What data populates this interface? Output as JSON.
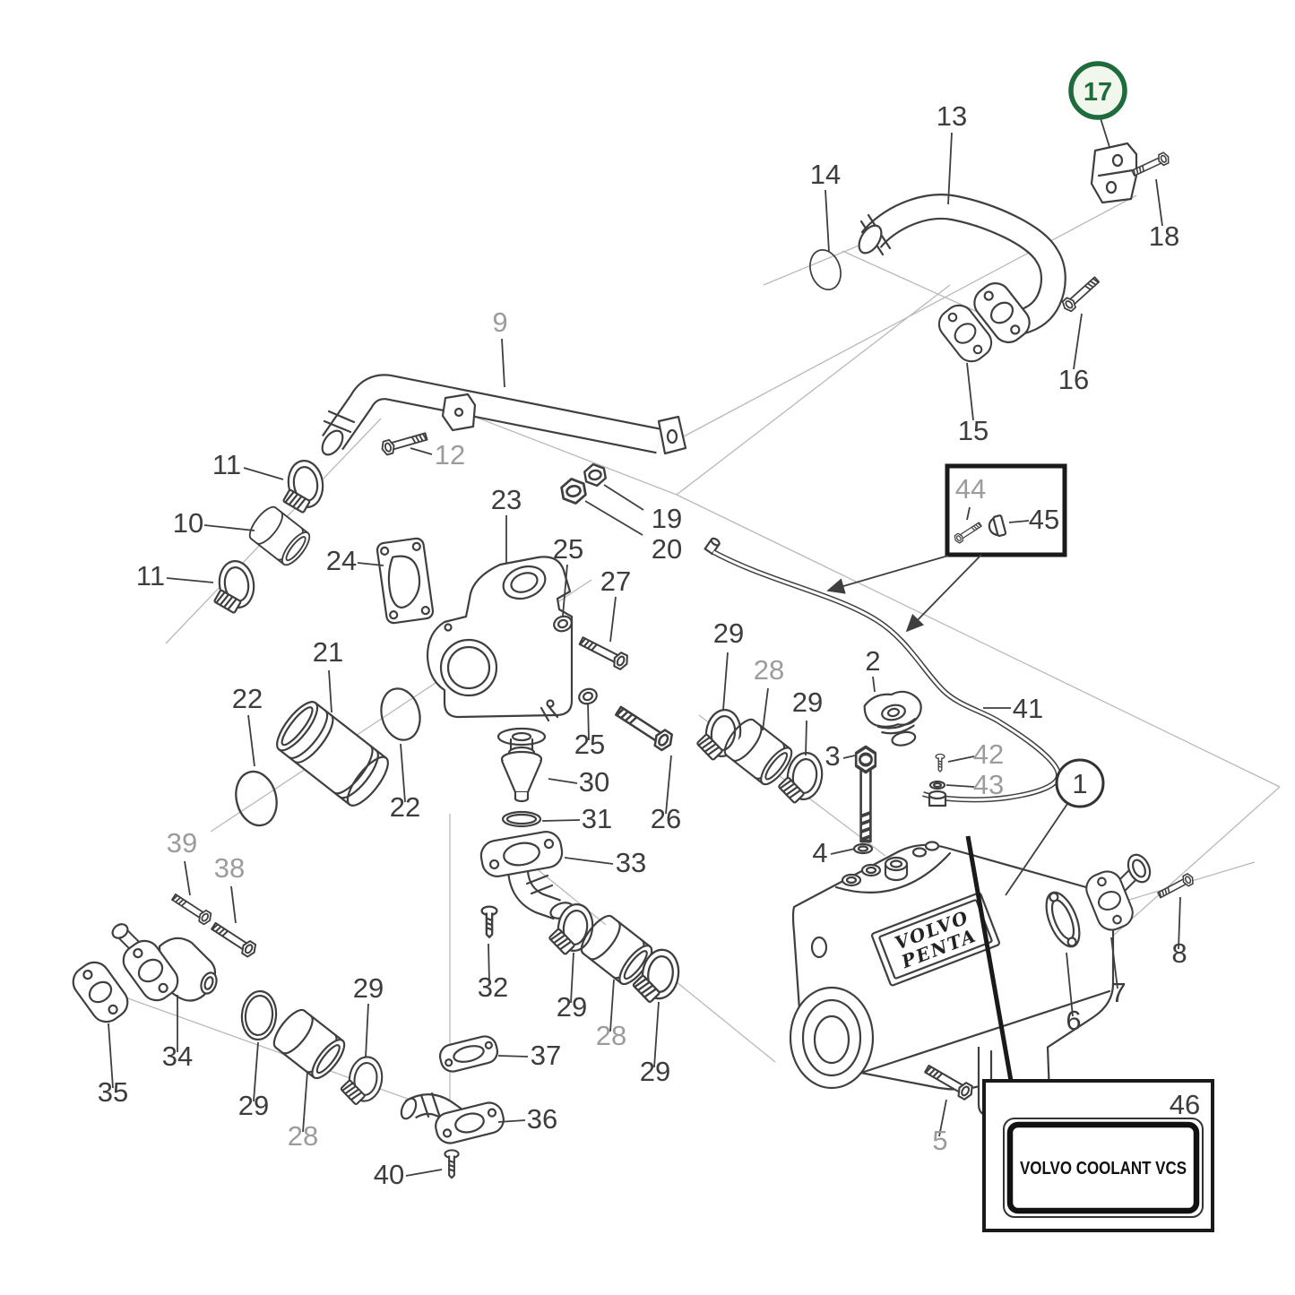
{
  "diagram_kind": "exploded-parts-diagram",
  "colors": {
    "background": "#ffffff",
    "line_dark": "#3f3f3f",
    "label_dark": "#3d3d3d",
    "label_gray": "#9c9c9c",
    "construction_gray": "#b9b9b9",
    "highlight_green": "#1e6b3c",
    "highlight_fill": "#f2f7ee"
  },
  "highlight": {
    "label": "17",
    "shape": "green-circle"
  },
  "texts": {
    "coolant_label": "VOLVO COOLANT VCS",
    "brand_line1": "VOLVO",
    "brand_line2": "PENTA"
  },
  "labels": {
    "p1": {
      "text": "1"
    },
    "p2": {
      "text": "2"
    },
    "p3": {
      "text": "3"
    },
    "p4": {
      "text": "4"
    },
    "p5": {
      "text": "5",
      "gray": true
    },
    "p6": {
      "text": "6"
    },
    "p7": {
      "text": "7"
    },
    "p8": {
      "text": "8"
    },
    "p9": {
      "text": "9",
      "gray": true
    },
    "p10": {
      "text": "10"
    },
    "p11a": {
      "text": "11"
    },
    "p11b": {
      "text": "11"
    },
    "p12": {
      "text": "12",
      "gray": true
    },
    "p13": {
      "text": "13"
    },
    "p14": {
      "text": "14"
    },
    "p15": {
      "text": "15"
    },
    "p16": {
      "text": "16"
    },
    "p17": {
      "text": "17",
      "highlight": true
    },
    "p18": {
      "text": "18"
    },
    "p19": {
      "text": "19"
    },
    "p20": {
      "text": "20"
    },
    "p21": {
      "text": "21"
    },
    "p22a": {
      "text": "22"
    },
    "p22b": {
      "text": "22"
    },
    "p23": {
      "text": "23"
    },
    "p24": {
      "text": "24"
    },
    "p25a": {
      "text": "25"
    },
    "p25b": {
      "text": "25"
    },
    "p26": {
      "text": "26"
    },
    "p27": {
      "text": "27"
    },
    "p28a": {
      "text": "28",
      "gray": true
    },
    "p28b": {
      "text": "28",
      "gray": true
    },
    "p28c": {
      "text": "28",
      "gray": true
    },
    "p29a": {
      "text": "29"
    },
    "p29b": {
      "text": "29"
    },
    "p29c": {
      "text": "29"
    },
    "p29d": {
      "text": "29"
    },
    "p29e": {
      "text": "29"
    },
    "p29f": {
      "text": "29"
    },
    "p30": {
      "text": "30"
    },
    "p31": {
      "text": "31"
    },
    "p32": {
      "text": "32"
    },
    "p33": {
      "text": "33"
    },
    "p34": {
      "text": "34"
    },
    "p35": {
      "text": "35"
    },
    "p36": {
      "text": "36"
    },
    "p37": {
      "text": "37"
    },
    "p38": {
      "text": "38",
      "gray": true
    },
    "p39": {
      "text": "39",
      "gray": true
    },
    "p40": {
      "text": "40"
    },
    "p41": {
      "text": "41"
    },
    "p42": {
      "text": "42",
      "gray": true
    },
    "p43": {
      "text": "43",
      "gray": true
    },
    "p44": {
      "text": "44",
      "gray": true
    },
    "p45": {
      "text": "45"
    },
    "p46": {
      "text": "46"
    }
  }
}
